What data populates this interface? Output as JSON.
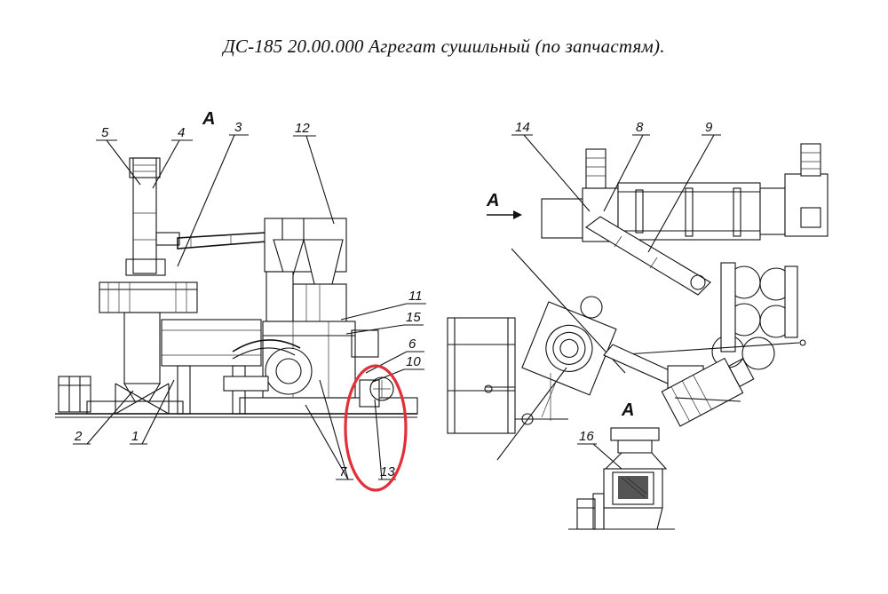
{
  "title": "ДС-185 20.00.000  Агрегат сушильный (по запчастям).",
  "highlight_color": "#e0303a",
  "left_view": {
    "view_mark": "А",
    "callouts": [
      "5",
      "4",
      "3",
      "12",
      "11",
      "15",
      "6",
      "10",
      "2",
      "1",
      "7",
      "13"
    ],
    "highlighted_callout": "13"
  },
  "right_view": {
    "direction_mark": "А",
    "callouts": [
      "14",
      "8",
      "9"
    ]
  },
  "detail_view": {
    "view_mark": "А",
    "callouts": [
      "16"
    ]
  }
}
